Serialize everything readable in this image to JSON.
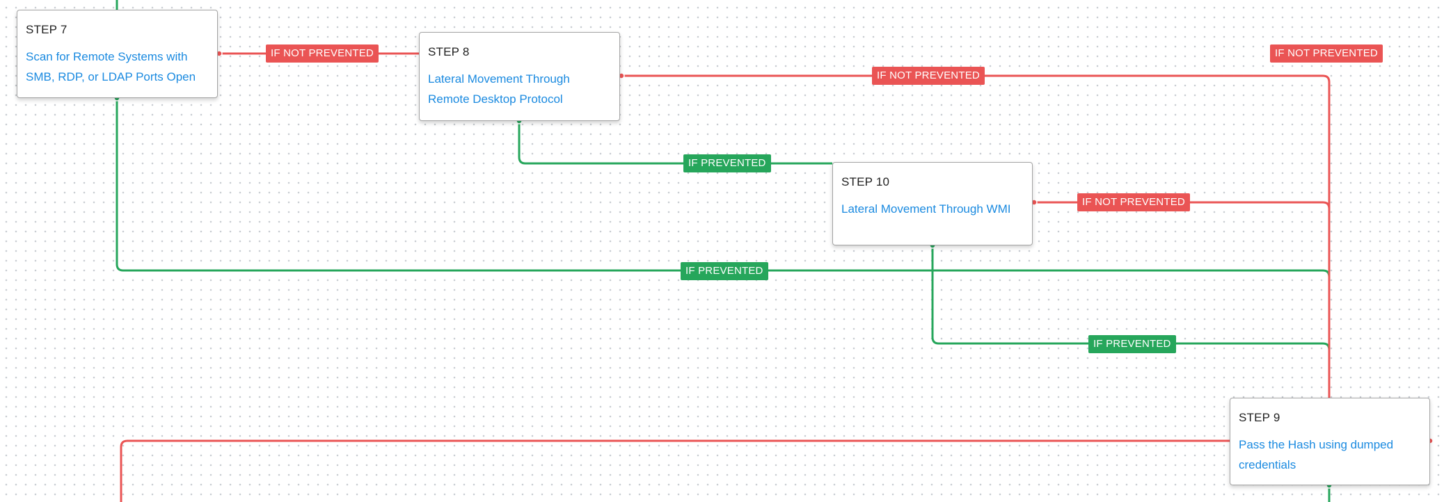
{
  "colors": {
    "prevented": "#26a65b",
    "not_prevented": "#ea5454",
    "node_border": "#a3a3a3",
    "title_link": "#1a8ae0",
    "step_text": "#1f1f1f"
  },
  "nodes": {
    "step7": {
      "step": "STEP 7",
      "title": "Scan for Remote Systems with SMB, RDP, or LDAP Ports Open"
    },
    "step8": {
      "step": "STEP 8",
      "title": "Lateral Movement Through Remote Desktop Protocol"
    },
    "step10": {
      "step": "STEP 10",
      "title": "Lateral Movement Through WMI"
    },
    "step9": {
      "step": "STEP 9",
      "title": "Pass the Hash using dumped credentials"
    }
  },
  "edges": {
    "step7_to_step8": "IF NOT PREVENTED",
    "step8_to_right": "IF NOT PREVENTED",
    "offscreen_right": "IF NOT PREVENTED",
    "step8_to_step10": "IF PREVENTED",
    "step10_to_right": "IF NOT PREVENTED",
    "step7_to_step9": "IF PREVENTED",
    "step10_to_step9": "IF PREVENTED"
  }
}
